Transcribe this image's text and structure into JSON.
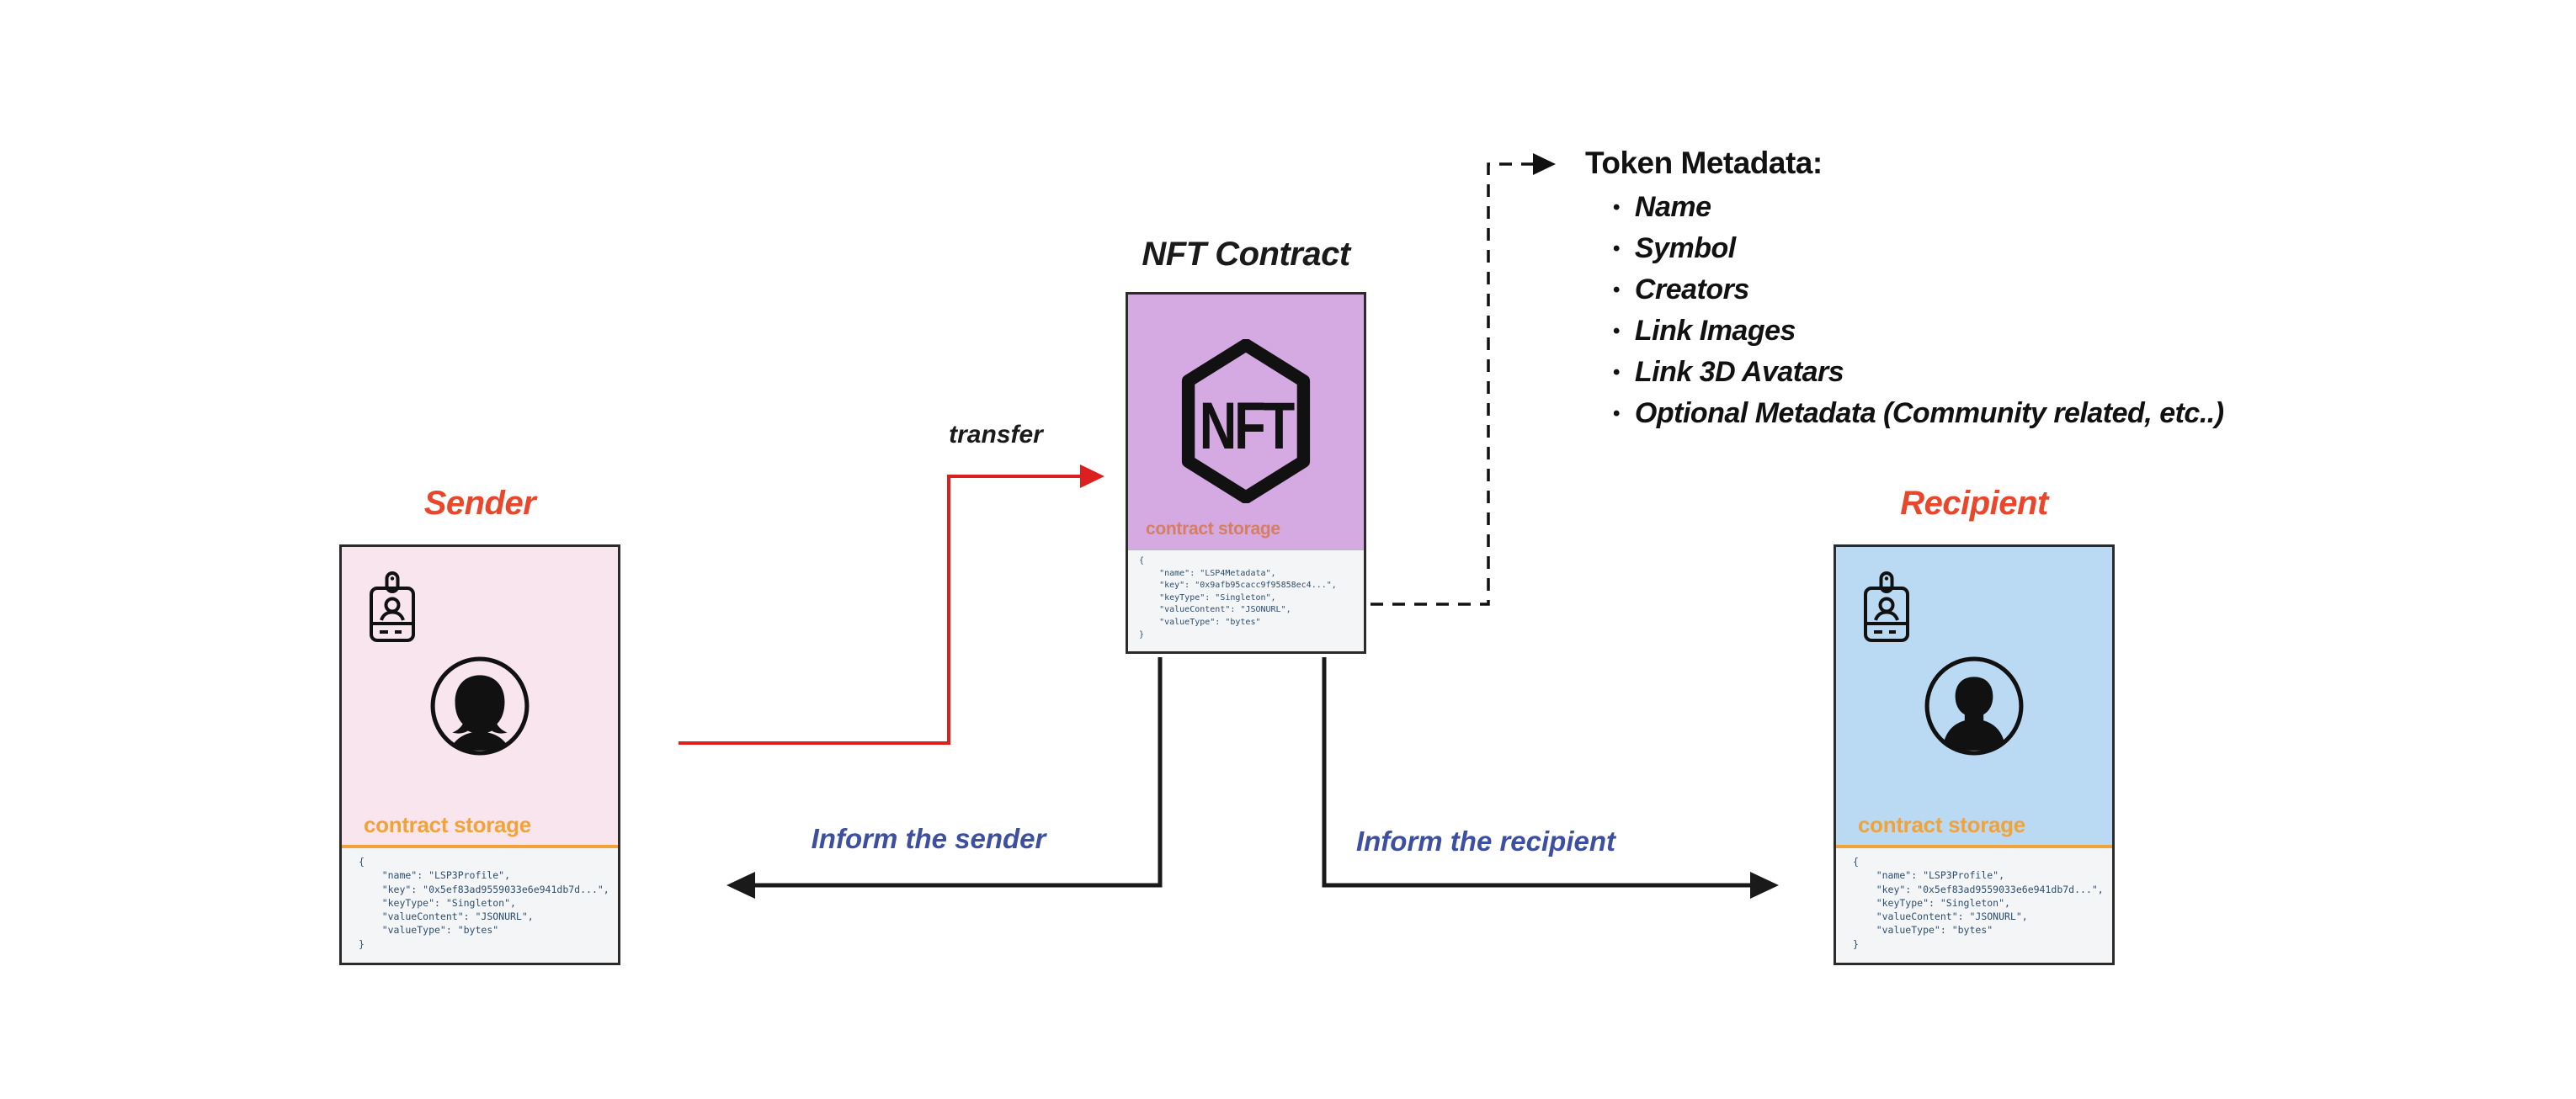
{
  "sender": {
    "title": "Sender",
    "storage_label": "contract storage",
    "json": "{\n    \"name\": \"LSP3Profile\",\n    \"key\": \"0x5ef83ad9559033e6e941db7d...\",\n    \"keyType\": \"Singleton\",\n    \"valueContent\": \"JSONURL\",\n    \"valueType\": \"bytes\"\n}"
  },
  "nft_contract": {
    "title": "NFT Contract",
    "logo_text": "NFT",
    "storage_label": "contract storage",
    "json": "{\n    \"name\": \"LSP4Metadata\",\n    \"key\": \"0x9afb95cacc9f95858ec4...\",\n    \"keyType\": \"Singleton\",\n    \"valueContent\": \"JSONURL\",\n    \"valueType\": \"bytes\"\n}"
  },
  "recipient": {
    "title": "Recipient",
    "storage_label": "contract storage",
    "json": "{\n    \"name\": \"LSP3Profile\",\n    \"key\": \"0x5ef83ad9559033e6e941db7d...\",\n    \"keyType\": \"Singleton\",\n    \"valueContent\": \"JSONURL\",\n    \"valueType\": \"bytes\"\n}"
  },
  "arrows": {
    "transfer_label": "transfer",
    "inform_sender_label": "Inform the sender",
    "inform_recipient_label": "Inform the recipient"
  },
  "token_metadata": {
    "title": "Token Metadata:",
    "items": [
      "Name",
      "Symbol",
      "Creators",
      "Link Images",
      "Link 3D Avatars",
      "Optional Metadata (Community related, etc..)"
    ]
  },
  "colors": {
    "sender_bg": "#f9e5ee",
    "recipient_bg": "#bad9f3",
    "nft_bg": "#d5a9e2",
    "storage_orange": "#f0a339",
    "storage_salmon": "#d57f62",
    "title_red": "#e8472b",
    "label_blue": "#3d4fa1",
    "arrow_red": "#dd1f1f",
    "arrow_black": "#1a1a1a",
    "json_text": "#2d4e6f",
    "json_bg": "#f4f5f6"
  }
}
